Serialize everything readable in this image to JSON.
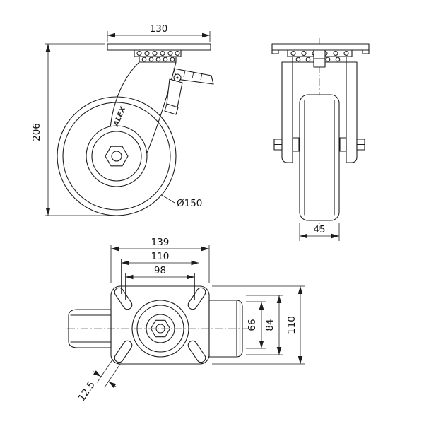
{
  "colors": {
    "background": "#ffffff",
    "line": "#1c1c1c",
    "text": "#111111"
  },
  "views": {
    "side_view": {
      "dimensions": {
        "plate_width": "130",
        "overall_height": "206",
        "wheel_diameter": "Ø150"
      },
      "logo_text": "ALEX"
    },
    "front_view": {
      "dimensions": {
        "wheel_width": "45"
      }
    },
    "top_view": {
      "dimensions": {
        "plate_length": "139",
        "bolt_spacing_x_max": "110",
        "bolt_spacing_x_min": "98",
        "bolt_spacing_y_min": "66",
        "bolt_spacing_y_max": "84",
        "plate_depth": "110",
        "slot_width": "12.5"
      }
    }
  }
}
